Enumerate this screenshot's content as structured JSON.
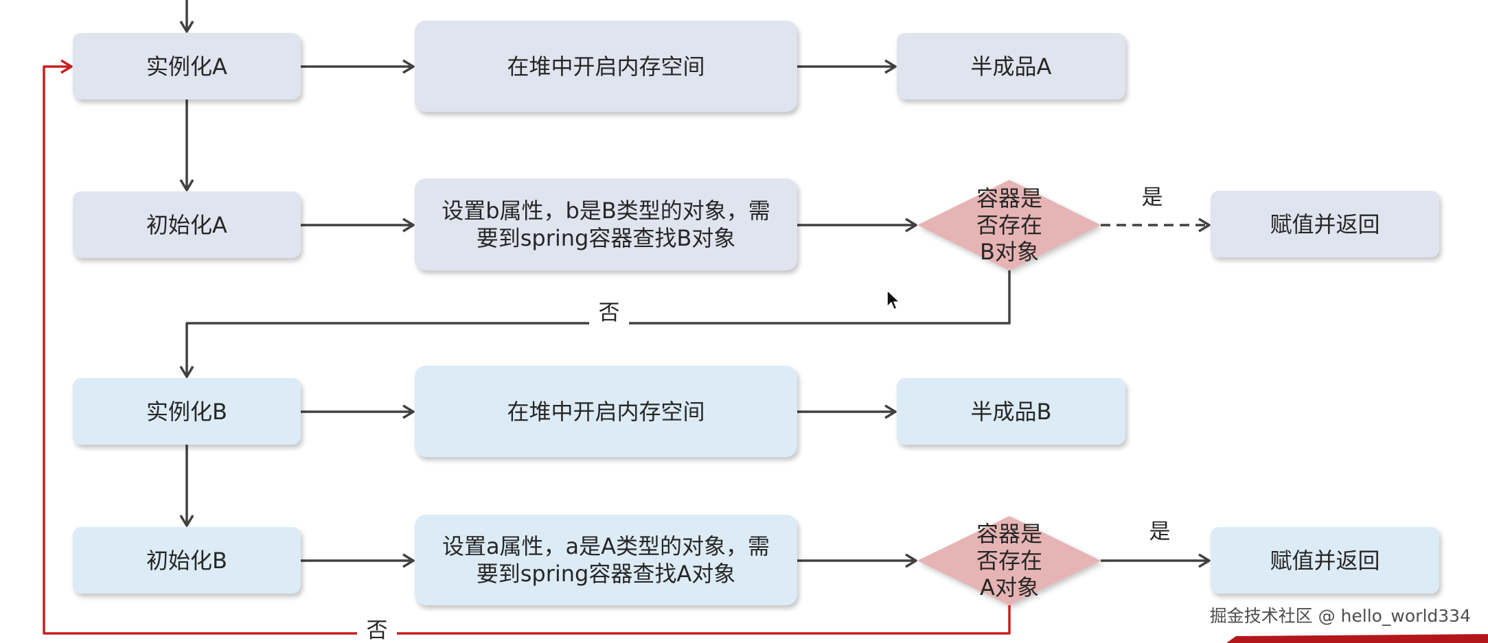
{
  "flow_a": {
    "instantiate_label": "实例化A",
    "allocate_label": "在堆中开启内存空间",
    "half_product_label": "半成品A",
    "initialize_label": "初始化A",
    "set_property_lines": [
      "设置b属性，b是B类型的对象，需",
      "要到spring容器查找B对象"
    ],
    "decision_lines": [
      "容器是",
      "否存在",
      "B对象"
    ],
    "yes_label": "是",
    "result_label": "赋值并返回",
    "no_label": "否"
  },
  "flow_b": {
    "instantiate_label": "实例化B",
    "allocate_label": "在堆中开启内存空间",
    "half_product_label": "半成品B",
    "initialize_label": "初始化B",
    "set_property_lines": [
      "设置a属性，a是A类型的对象，需",
      "要到spring容器查找A对象"
    ],
    "decision_lines": [
      "容器是",
      "否存在",
      "A对象"
    ],
    "yes_label": "是",
    "result_label": "赋值并返回",
    "no_label": "否"
  },
  "watermark": "掘金技术社区 @ hello_world334",
  "icons": {
    "cursor": "mouse-pointer-icon"
  },
  "colors": {
    "flow_a_fill": "#dfe4ef",
    "flow_b_fill": "#dcebf5",
    "decision_fill": "#e6b4b4",
    "arrow": "#404040",
    "loop_arrow": "#c81e1e",
    "text": "#262626",
    "banner": "#b3171b"
  }
}
